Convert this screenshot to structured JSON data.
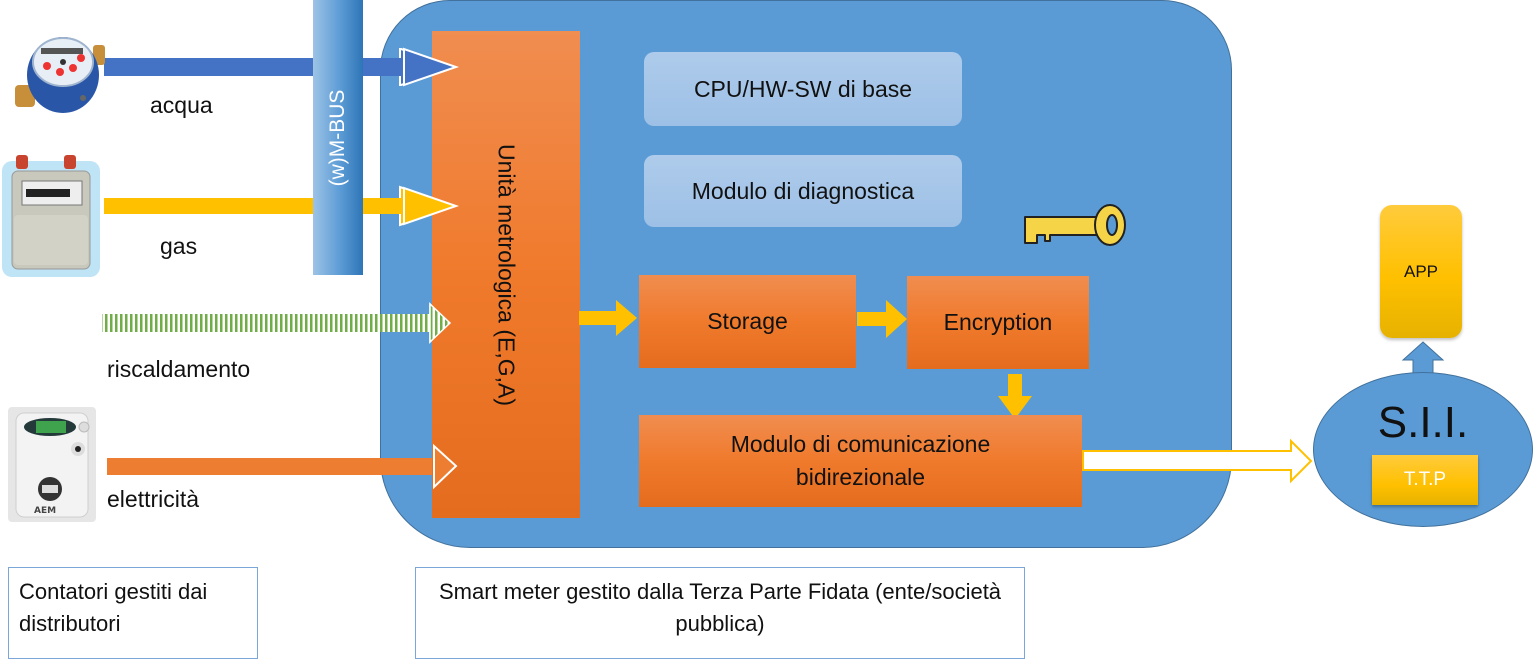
{
  "diagram": {
    "bus_label": "(w)M-BUS",
    "unit_label": "Unità metrologica (E,G,A)",
    "modules": {
      "cpu": "CPU/HW-SW di base",
      "diagnostics": "Modulo di diagnostica",
      "storage": "Storage",
      "encryption": "Encryption",
      "communication_line1": "Modulo di comunicazione",
      "communication_line2": "bidirezionale"
    },
    "inputs": [
      {
        "label": "acqua",
        "icon": "water-meter-icon",
        "color": "#4472c4"
      },
      {
        "label": "gas",
        "icon": "gas-meter-icon",
        "color": "#ffc000"
      },
      {
        "label": "riscaldamento",
        "icon": "",
        "color": "#70ad47"
      },
      {
        "label": "elettricità",
        "icon": "electric-meter-icon",
        "color": "#ed7d31"
      }
    ],
    "sii": {
      "title": "S.I.I.",
      "ttp": "T.T.P"
    },
    "app": "APP",
    "captions": {
      "left_line1": "Contatori gestiti dai",
      "left_line2": "distributori",
      "center_line1": "Smart meter gestito dalla Terza Parte Fidata (ente/società",
      "center_line2": "pubblica)"
    },
    "colors": {
      "main_blue": "#5b9bd5",
      "orange": "#ed7d31",
      "yellow": "#ffc000",
      "water_blue": "#4472c4",
      "heat_green": "#70ad47"
    }
  }
}
